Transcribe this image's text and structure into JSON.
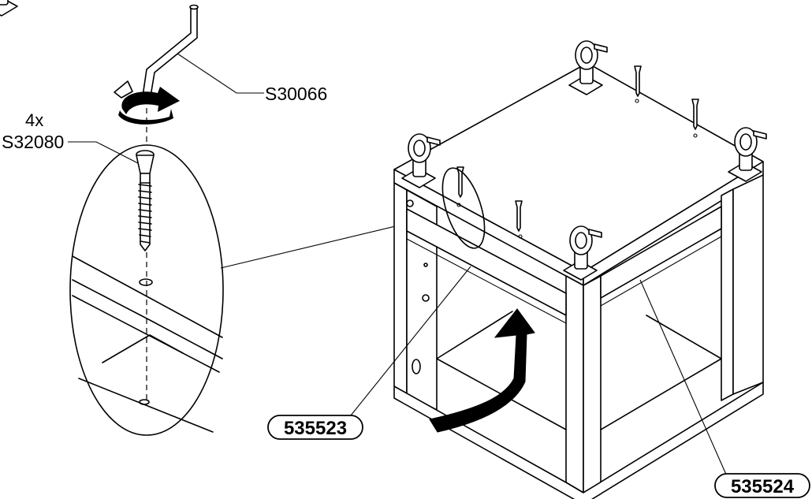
{
  "labels": {
    "tool_code": "S30066",
    "screw_quantity": "4x",
    "screw_code": "S32080",
    "front_panel_code": "535523",
    "back_panel_code": "535524"
  },
  "icons": {
    "tool": "hex-key-icon",
    "rotation": "rotation-arrow-icon",
    "direction": "flip-arrow-icon",
    "caster": "caster-wheel-icon",
    "screw": "screw-icon"
  },
  "colors": {
    "line": "#000000",
    "background": "#ffffff"
  }
}
